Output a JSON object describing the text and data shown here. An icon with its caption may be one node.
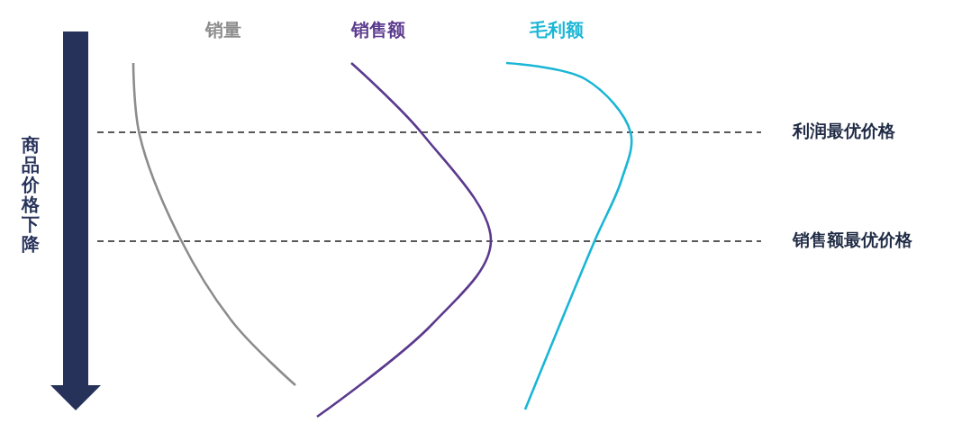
{
  "diagram": {
    "labels": [
      "销量",
      "销售额",
      "毛利额",
      "商品价格下降",
      "利润最优价格",
      "销售额最优价格"
    ]
  }
}
